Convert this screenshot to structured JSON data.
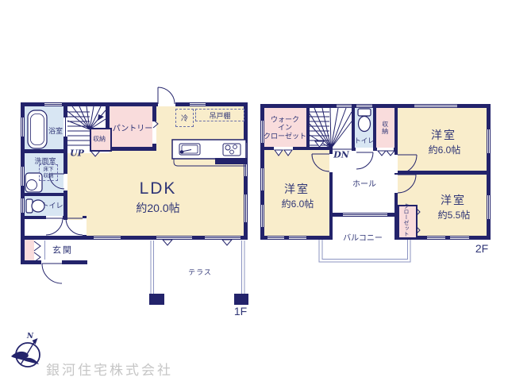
{
  "f1": {
    "label": "1F",
    "bath": "浴室",
    "wash": "洗面室",
    "underfloor1": "床下",
    "underfloor2": "収納",
    "toilet": "トイレ",
    "entrance": "玄関",
    "stair_storage": "収納",
    "pantry": "パントリー",
    "up": "UP",
    "fridge": "冷",
    "hanging": "吊戸棚",
    "ldk": "LDK",
    "ldk_size": "約20.0帖",
    "terrace": "テラス"
  },
  "f2": {
    "label": "2F",
    "wic1": "ウォーク",
    "wic2": "イン",
    "wic3": "クローゼット",
    "dn": "DN",
    "toilet": "トイレ",
    "storage": "収納",
    "room_ne": "洋室",
    "room_ne_size": "約6.0帖",
    "room_w": "洋室",
    "room_w_size": "約6.0帖",
    "room_se": "洋室",
    "room_se_size": "約5.5帖",
    "hall": "ホール",
    "balcony": "バルコニー",
    "closet": "クローゼット"
  },
  "footer": {
    "company": "銀河住宅株式会社",
    "compass_n": "N"
  },
  "colors": {
    "wall": "#23236b",
    "room_cream": "#f9edcb",
    "room_pink": "#f9dcdc",
    "room_blue": "#d8e6f3",
    "text": "#2f3576",
    "thin_line": "#8c94c2",
    "company_gray": "#c6c6c6"
  }
}
